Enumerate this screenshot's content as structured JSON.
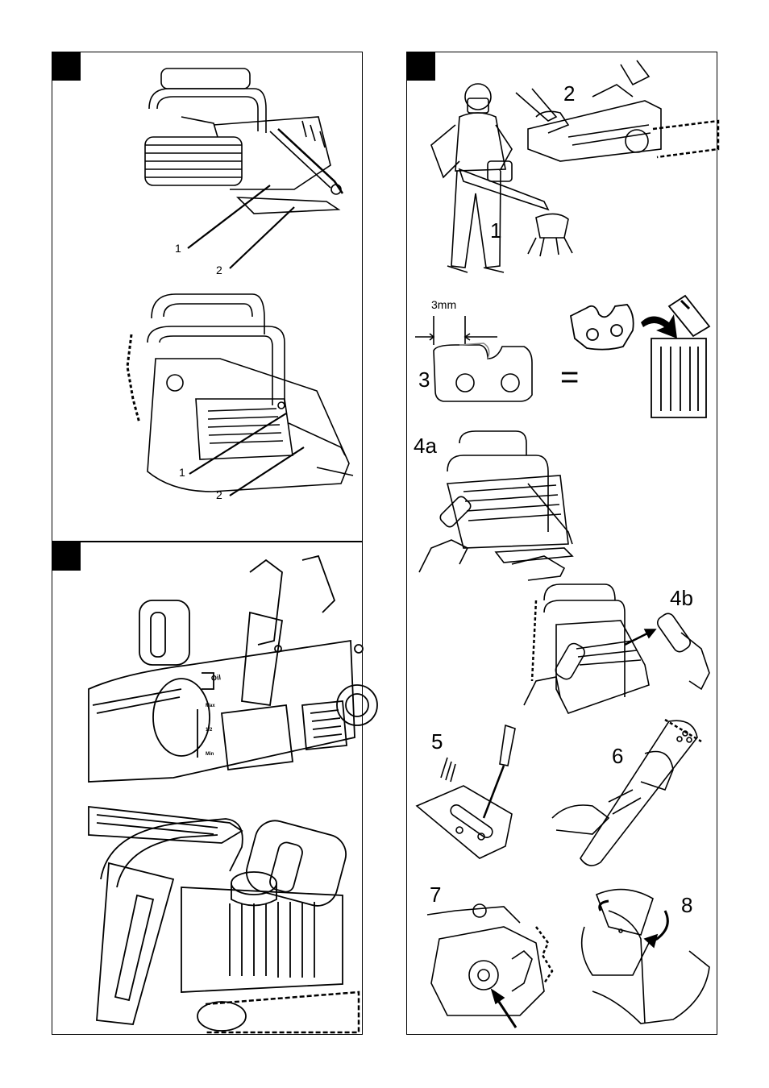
{
  "panel_a": {
    "top_callouts": [
      "1",
      "2"
    ],
    "bottom_callouts": [
      "1",
      "2"
    ]
  },
  "panel_c": {
    "oil_label": "Oil",
    "scale_marks": [
      "Max",
      "1/2",
      "Min"
    ]
  },
  "panel_b": {
    "step_labels": {
      "s1": "1",
      "s2": "2",
      "s3": "3",
      "s4a": "4a",
      "s4b": "4b",
      "s5": "5",
      "s6": "6",
      "s7": "7",
      "s8": "8"
    },
    "measure": "3mm",
    "equals": "="
  },
  "icons": [
    "chainsaw-top-view",
    "chainsaw-side-view",
    "oil-tank-closeup",
    "operator-with-chainsaw",
    "chain-tooth",
    "trash-bin",
    "screwdriver",
    "brush",
    "arrow"
  ],
  "colors": {
    "ink": "#000000",
    "paper": "#ffffff"
  }
}
